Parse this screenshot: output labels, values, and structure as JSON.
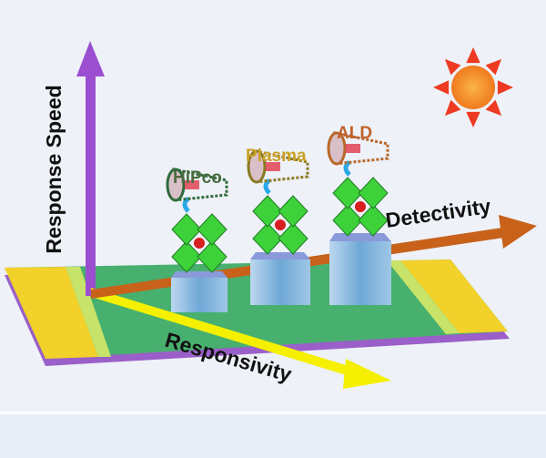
{
  "labels": {
    "y_axis": "Response Speed",
    "x_axis": "Detectivity",
    "z_axis": "Responsivity",
    "samples": [
      "HiPco",
      "Plasma",
      "ALD"
    ]
  },
  "colors": {
    "response_speed_arrow": "#9b4fd0",
    "detectivity_arrow": "#c8611a",
    "responsivity_arrow": "#f5f000",
    "hipco": "#4a6b3e",
    "plasma": "#c9a026",
    "ald": "#c0612a",
    "substrate": "#3fa56a",
    "electrode": "#f3d22a",
    "sun": "#f39a2a"
  }
}
